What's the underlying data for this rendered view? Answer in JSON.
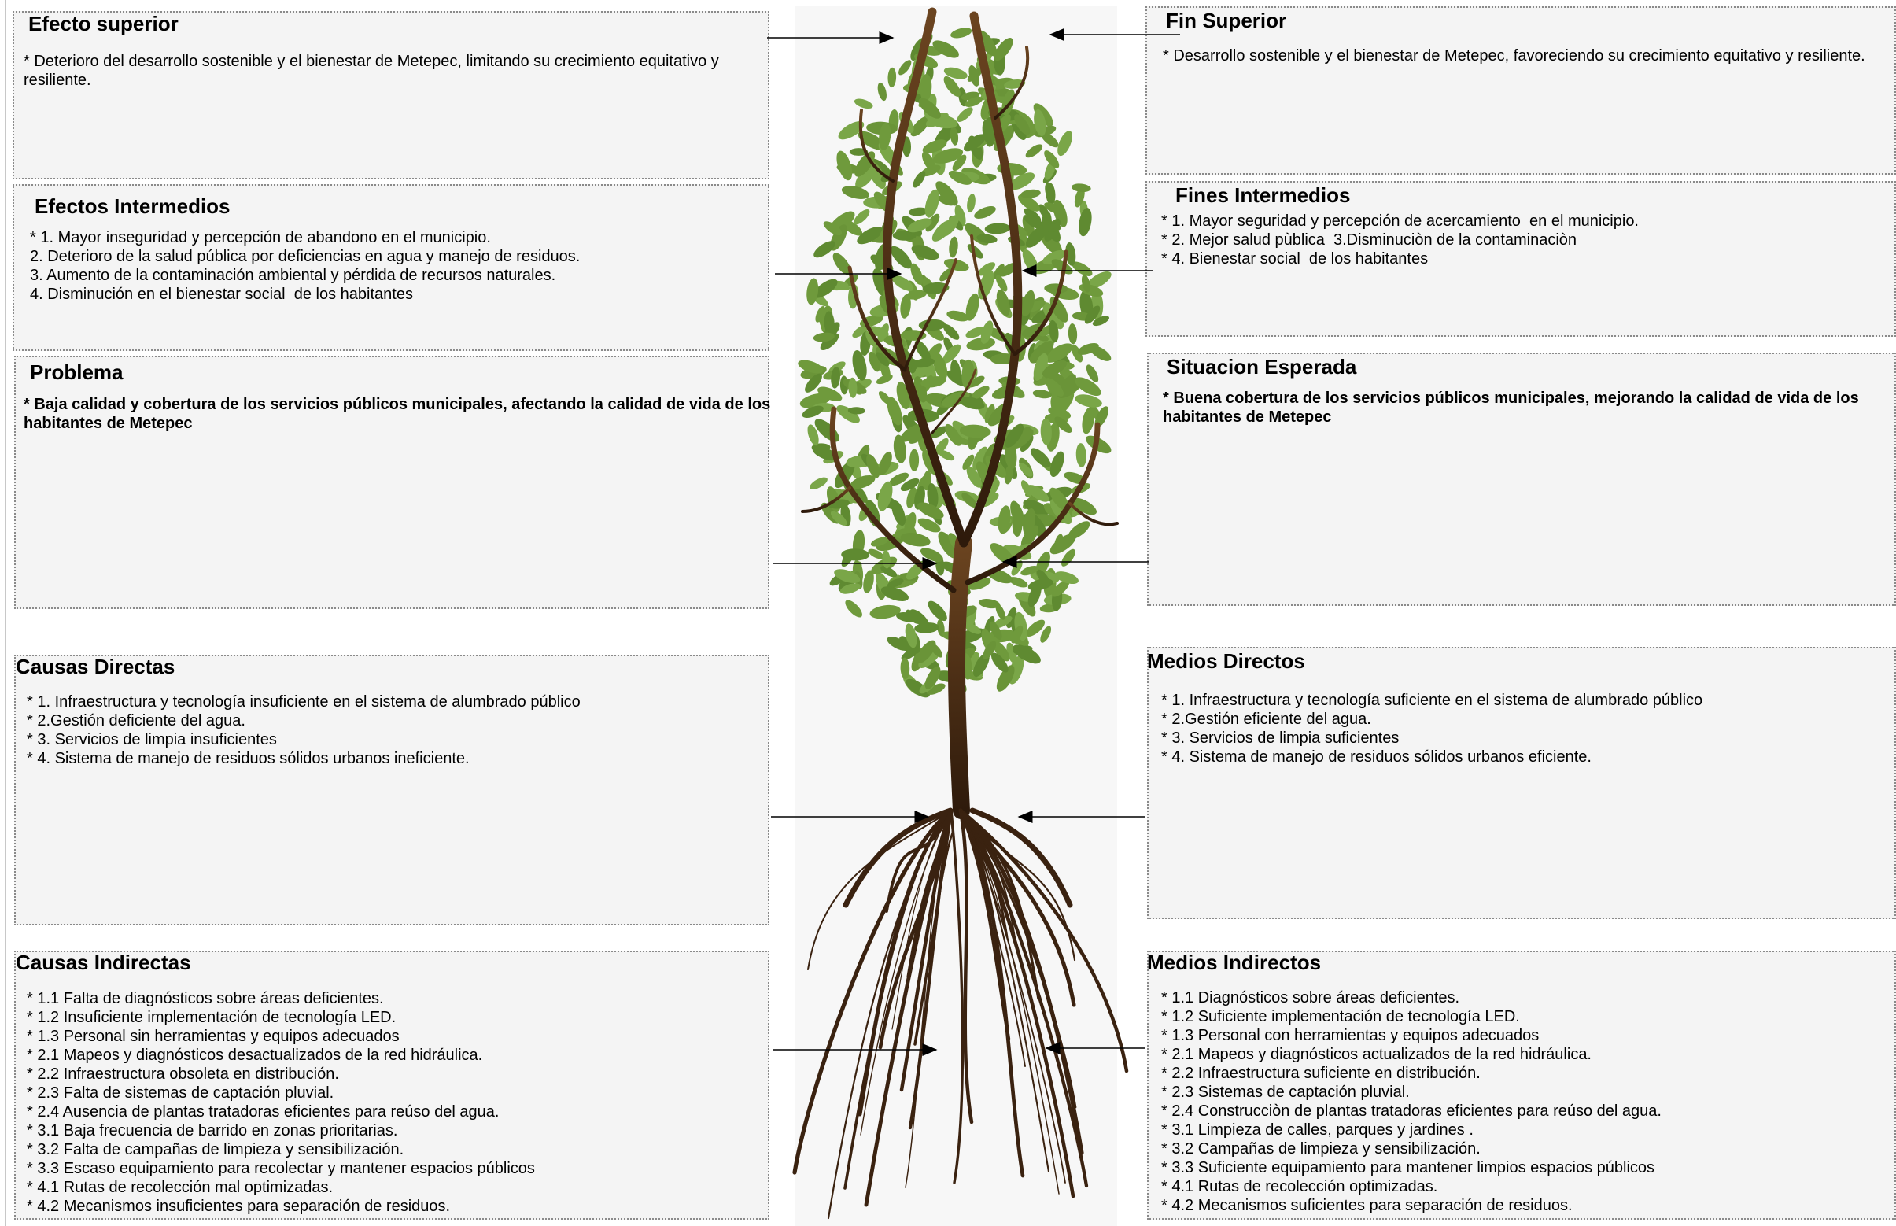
{
  "left": {
    "efecto_superior": {
      "title": "Efecto superior",
      "lines": [
        "* Deterioro del desarrollo sostenible y el bienestar de Metepec, limitando su crecimiento equitativo y resiliente."
      ]
    },
    "efectos_intermedios": {
      "title": "Efectos Intermedios",
      "lines": [
        "* 1. Mayor inseguridad y percepción de abandono en el municipio.",
        "2. Deterioro de la salud pública por deficiencias en agua y manejo de residuos.",
        "3. Aumento de la contaminación ambiental y pérdida de recursos naturales.",
        "4. Disminución en el bienestar social  de los habitantes"
      ]
    },
    "problema": {
      "title": "Problema",
      "lines": [
        "* Baja calidad y cobertura de los servicios públicos municipales, afectando la calidad de vida de los habitantes de Metepec"
      ]
    },
    "causas_directas": {
      "title": "Causas Directas",
      "lines": [
        "* 1. Infraestructura y tecnología insuficiente en el sistema de alumbrado público",
        "* 2.Gestión deficiente del agua.",
        "* 3. Servicios de limpia insuficientes",
        "* 4. Sistema de manejo de residuos sólidos urbanos ineficiente."
      ]
    },
    "causas_indirectas": {
      "title": "Causas Indirectas",
      "lines": [
        "* 1.1 Falta de diagnósticos sobre áreas deficientes.",
        "* 1.2 Insuficiente implementación de tecnología LED.",
        "* 1.3 Personal sin herramientas y equipos adecuados",
        "* 2.1 Mapeos y diagnósticos desactualizados de la red hidráulica.",
        "* 2.2 Infraestructura obsoleta en distribución.",
        "* 2.3 Falta de sistemas de captación pluvial.",
        "* 2.4 Ausencia de plantas tratadoras eficientes para reúso del agua.",
        "* 3.1 Baja frecuencia de barrido en zonas prioritarias.",
        "* 3.2 Falta de campañas de limpieza y sensibilización.",
        "* 3.3 Escaso equipamiento para recolectar y mantener espacios públicos",
        "* 4.1 Rutas de recolección mal optimizadas.",
        "* 4.2 Mecanismos insuficientes para separación de residuos."
      ]
    }
  },
  "right": {
    "fin_superior": {
      "title": "Fin Superior",
      "lines": [
        "* Desarrollo sostenible y el bienestar de Metepec, favoreciendo su crecimiento equitativo y resiliente."
      ]
    },
    "fines_intermedios": {
      "title": "Fines Intermedios",
      "lines": [
        "* 1. Mayor seguridad y percepción de acercamiento  en el municipio.",
        "* 2. Mejor salud pùblica  3.Disminuciòn de la contaminaciòn",
        "* 4. Bienestar social  de los habitantes"
      ]
    },
    "situacion_esperada": {
      "title": "Situacion Esperada",
      "lines": [
        "* Buena cobertura de los servicios públicos municipales, mejorando la calidad de vida de los habitantes de Metepec"
      ]
    },
    "medios_directos": {
      "title": "Medios Directos",
      "lines": [
        "* 1. Infraestructura y tecnología suficiente en el sistema de alumbrado público",
        "* 2.Gestión eficiente del agua.",
        "* 3. Servicios de limpia suficientes",
        "* 4. Sistema de manejo de residuos sólidos urbanos eficiente."
      ]
    },
    "medios_indirectos": {
      "title": "Medios Indirectos",
      "lines": [
        "* 1.1 Diagnósticos sobre áreas deficientes.",
        "* 1.2 Suficiente implementación de tecnología LED.",
        "* 1.3 Personal con herramientas y equipos adecuados",
        "* 2.1 Mapeos y diagnósticos actualizados de la red hidráulica.",
        "* 2.2 Infraestructura suficiente en distribución.",
        "* 2.3 Sistemas de captación pluvial.",
        "* 2.4 Construcciòn de plantas tratadoras eficientes para reúso del agua.",
        "* 3.1 Limpieza de calles, parques y jardines .",
        "* 3.2 Campañas de limpieza y sensibilización.",
        "* 3.3 Suficiente equipamiento para mantener limpios espacios públicos",
        "* 4.1 Rutas de recolección optimizadas.",
        "* 4.2 Mecanismos suficientes para separación de residuos."
      ]
    }
  },
  "colors": {
    "leaf": "#6f9a3c",
    "trunk": "#5a3516",
    "root": "#3a2210",
    "panel_bg": "#f4f4f4",
    "panel_border": "#8a8a8a",
    "arrow": "#000000"
  },
  "icons": [
    "tree-illustration",
    "arrow-icon"
  ]
}
